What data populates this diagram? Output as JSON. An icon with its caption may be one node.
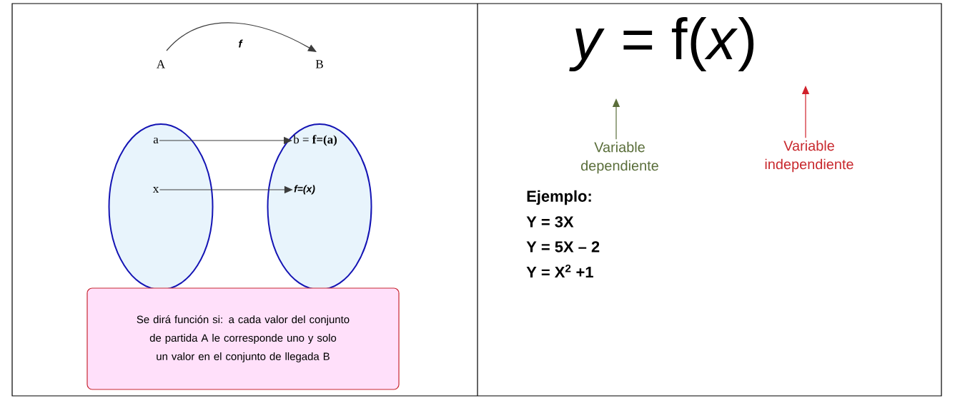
{
  "diagram": {
    "nodes": [
      {
        "text": [
          "A"
        ]
      },
      {
        "text": [
          "a"
        ],
        "in": 0
      },
      {
        "text": [
          "x"
        ],
        "in": 0
      },
      {
        "text": [
          "B"
        ]
      },
      {
        "text": [
          "b = **f=(a)**"
        ],
        "in": 3
      },
      {
        "text": [
          "f=(x)"
        ],
        "in": 3
      },
      {
        "text": [
          "Se dirá función si: a cada valor del conjunto de partida A le corresponde uno y solo un valor en el conjunto de llegada B"
        ]
      },
      {
        "text": [
          "Variable dependiente"
        ]
      },
      {
        "text": [
          "Variable independiente"
        ]
      }
    ],
    "edges": [
      {
        "from": 0,
        "to": 3,
        "arrow": "to",
        "label": "f"
      },
      {
        "from": 1,
        "to": 4,
        "arrow": "to"
      },
      {
        "from": 2,
        "to": 5,
        "arrow": "to"
      },
      {
        "from": 7,
        "to": null,
        "arrow": "to",
        "color": "#5a6e3a"
      },
      {
        "from": 8,
        "to": null,
        "arrow": "to",
        "color": "#d0202a"
      }
    ],
    "labels": [
      "*y* = f(*x*)",
      "Ejemplo:",
      "Y = 3X",
      "Y = 5X – 2",
      "Y = X$^{2}$ +1"
    ]
  }
}
